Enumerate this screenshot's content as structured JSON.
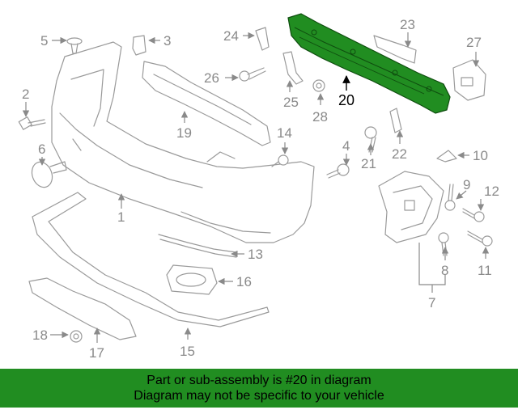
{
  "diagram": {
    "highlighted_part": "20",
    "highlight_color": "#218d21",
    "callouts": {
      "c1": "1",
      "c2": "2",
      "c3": "3",
      "c5": "5",
      "c6": "6",
      "c7": "7",
      "c8": "8",
      "c9": "9",
      "c10": "10",
      "c11": "11",
      "c12": "12",
      "c13": "13",
      "c14": "14",
      "c15": "15",
      "c16": "16",
      "c17": "17",
      "c18": "18",
      "c19": "19",
      "c20": "20",
      "c21": "21",
      "c22": "22",
      "c23": "23",
      "c24": "24",
      "c25": "25",
      "c26": "26",
      "c27": "27",
      "c28": "28",
      "c4": "4"
    }
  },
  "banner": {
    "line1": "Part or sub-assembly is #20 in diagram",
    "line2": "Diagram may not be specific to your vehicle",
    "background": "#218d21"
  }
}
